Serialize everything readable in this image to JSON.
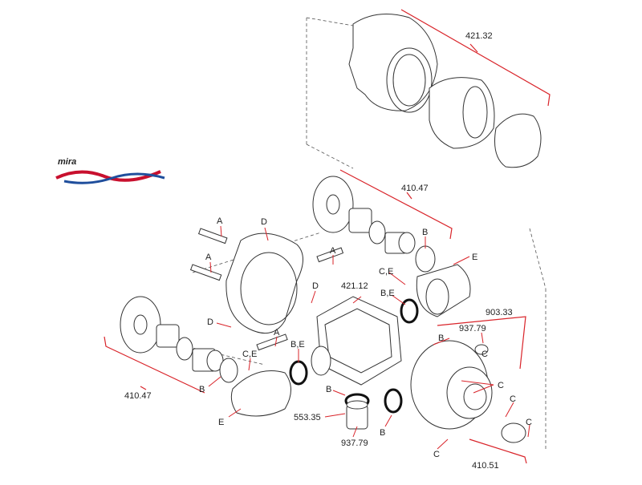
{
  "brand": {
    "logo_text": "mira",
    "color_text": "#1a1a1a",
    "color_red": "#c8102e",
    "color_blue": "#1f4e9c"
  },
  "callout_color": "#d9242a",
  "labels": {
    "p42132": "421.32",
    "p41047_top": "410.47",
    "p41047_left": "410.47",
    "p42112": "421.12",
    "p90333": "903.33",
    "p93779_a": "937.79",
    "p93779_b": "937.79",
    "p55335": "553.35",
    "p41051": "410.51",
    "a1": "A",
    "a2": "A",
    "a3": "A",
    "a4": "A",
    "d1": "D",
    "d2": "D",
    "d3": "D",
    "b1": "B",
    "b2": "B",
    "b3": "B",
    "b4": "B",
    "b5": "B",
    "be1": "B,E",
    "be2": "B,E",
    "ce1": "C,E",
    "ce2": "C,E",
    "c1": "C",
    "c2": "C",
    "c3": "C",
    "c4": "C",
    "c5": "C",
    "e1": "E",
    "e2": "E"
  }
}
